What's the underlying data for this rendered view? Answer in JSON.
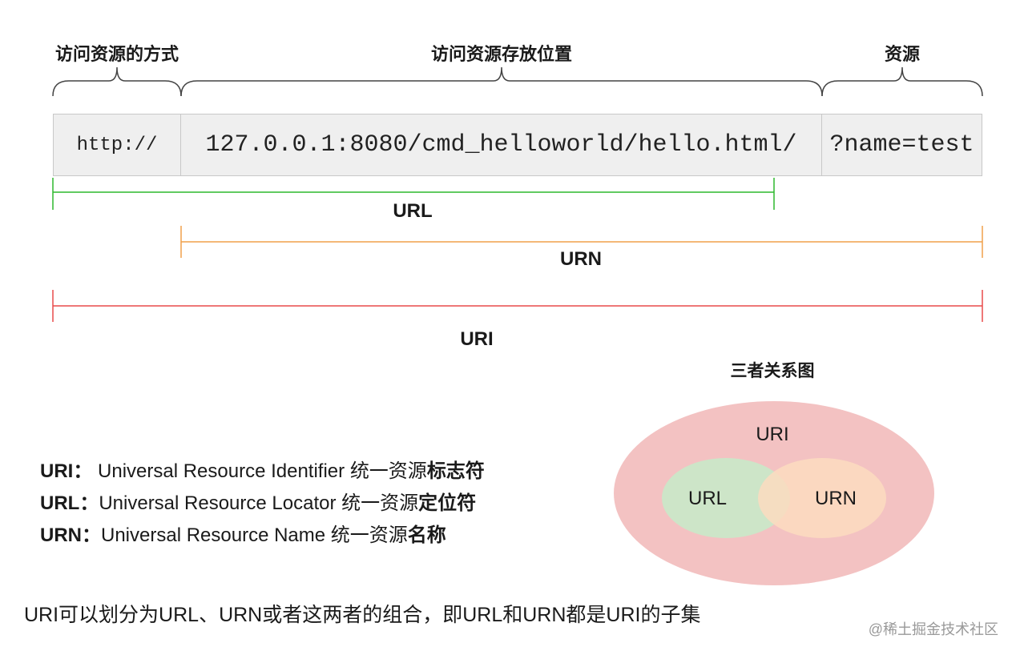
{
  "headers": {
    "scheme": "访问资源的方式",
    "location": "访问资源存放位置",
    "resource": "资源"
  },
  "url_parts": {
    "scheme": "http://",
    "path": "127.0.0.1:8080/cmd_helloworld/hello.html/",
    "query": "?name=test"
  },
  "ranges": {
    "url": "URL",
    "urn": "URN",
    "uri": "URI"
  },
  "colors": {
    "url_line": "#2db82d",
    "urn_line": "#f0a04a",
    "uri_line": "#e94b4b",
    "uri_circle": "#f3c2c2",
    "url_circle": "#cde5c8",
    "urn_circle": "#fbdcc0"
  },
  "venn": {
    "title": "三者关系图",
    "uri": "URI",
    "url": "URL",
    "urn": "URN"
  },
  "definitions": [
    {
      "term": "URI：",
      "text": " Universal Resource Identifier 统一资源",
      "emph": "标志符"
    },
    {
      "term": "URL：",
      "text": "Universal Resource Locator 统一资源",
      "emph": "定位符"
    },
    {
      "term": "URN：",
      "text": "Universal Resource Name 统一资源",
      "emph": "名称"
    }
  ],
  "note": "URI可以划分为URL、URN或者这两者的组合，即URL和URN都是URI的子集",
  "watermark": "@稀土掘金技术社区"
}
